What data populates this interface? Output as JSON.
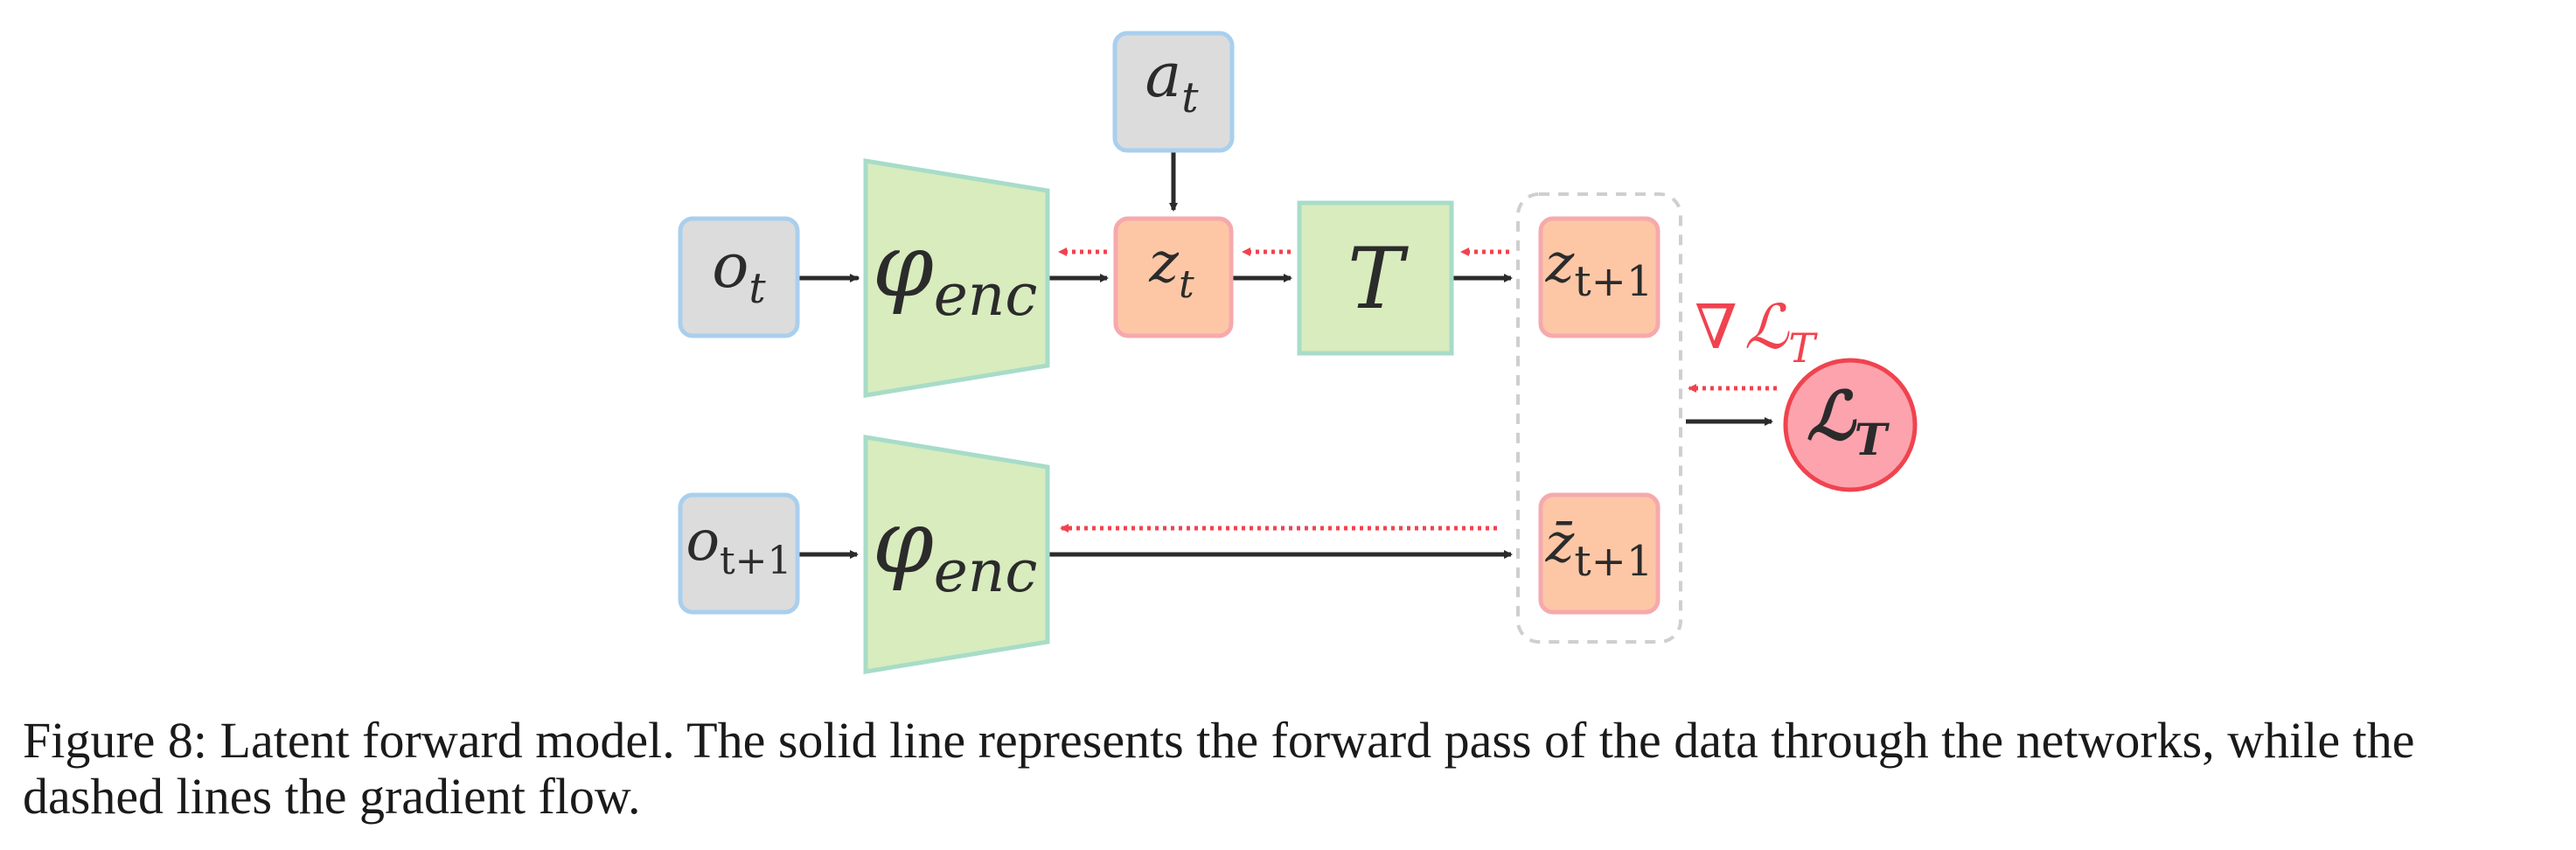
{
  "nodes": {
    "o_t": {
      "base": "o",
      "sub": "t"
    },
    "a_t": {
      "base": "a",
      "sub": "t"
    },
    "phi_enc_top": {
      "base": "φ",
      "sub": "enc"
    },
    "z_t": {
      "base": "z",
      "sub": "t"
    },
    "T": {
      "base": "T"
    },
    "z_t1": {
      "base": "z",
      "sub": "t+1"
    },
    "o_t1": {
      "base": "o",
      "sub": "t+1"
    },
    "phi_enc_bottom": {
      "base": "φ",
      "sub": "enc"
    },
    "zbar_t1": {
      "base": "z̄",
      "sub": "t+1"
    },
    "loss": {
      "base": "ℒ",
      "sub": "T"
    },
    "grad_label": {
      "nabla": "∇",
      "base": "ℒ",
      "sub": "T"
    }
  },
  "colors": {
    "io_fill": "#dcdcdc",
    "io_stroke": "#a9cfee",
    "net_fill": "#d8ecbe",
    "net_stroke": "#a7dcc8",
    "latent_fill": "#fdc7a6",
    "latent_stroke": "#f6a9ad",
    "loss_fill": "#fca3ad",
    "loss_stroke": "#f0434f",
    "gradient": "#f0434f",
    "forward": "#2b2b2b",
    "group_border": "#cfcfcf"
  },
  "caption": {
    "line1": "Figure 8: Latent forward model. The solid line represents the forward pass of the data through the networks, while the",
    "line2": "dashed lines the gradient flow."
  }
}
